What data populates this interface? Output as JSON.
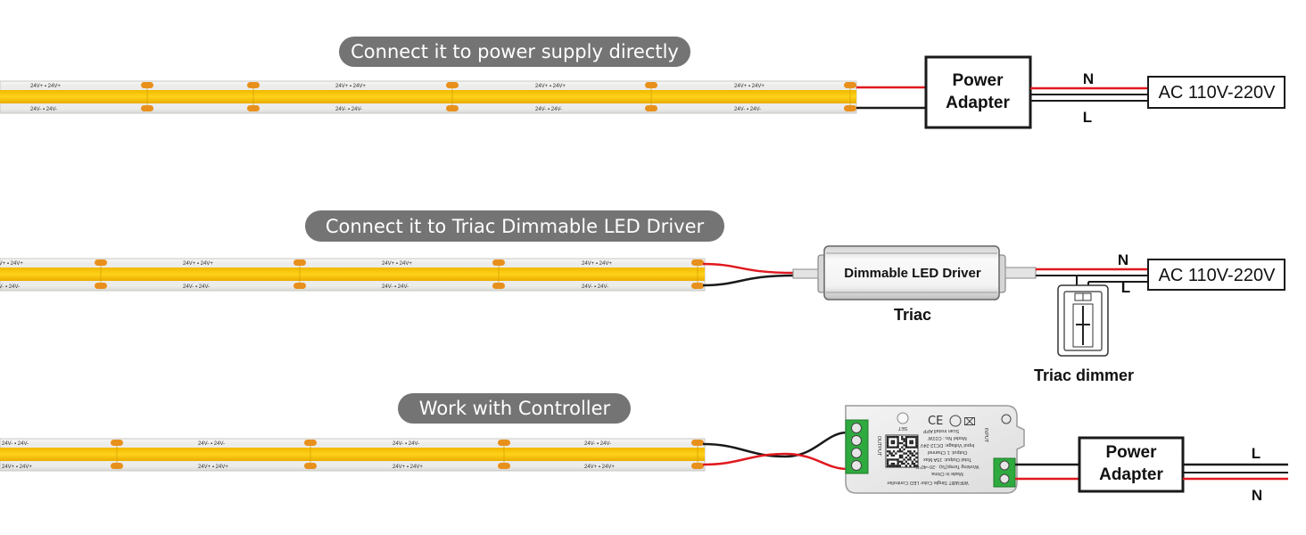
{
  "sections": [
    {
      "title": "Connect it to power supply directly",
      "strip_top_label": "24V+",
      "strip_bottom_label": "24V-",
      "adapter_line1": "Power",
      "adapter_line2": "Adapter",
      "wire_top": "N",
      "wire_bottom": "L",
      "ac": "AC 110V-220V"
    },
    {
      "title": "Connect it to Triac Dimmable LED Driver",
      "strip_top_label": "24V+",
      "strip_bottom_label": "24V-",
      "driver": "Dimmable LED Driver",
      "driver_caption": "Triac",
      "wire_top": "N",
      "wire_bottom": "L",
      "ac": "AC 110V-220V",
      "dimmer_caption": "Triac dimmer"
    },
    {
      "title": "Work with Controller",
      "strip_top_label": "24V-",
      "strip_bottom_label": "24V+",
      "controller": {
        "name": "WIFI&BT Single Color LED Controller",
        "set": "SET",
        "scan": "Scan install APP",
        "model": "Model No.: C01W",
        "input_voltage": "Input Voltage: DC12-24V",
        "output": "Output: 1 Channel",
        "total_output": "Total Output: 15A Max",
        "working_temp": "Working Temp(Ta): -20~40°C",
        "made_in": "Made in China",
        "input_label": "INPUT",
        "output_label": "OUTPUT"
      },
      "adapter_line1": "Power",
      "adapter_line2": "Adapter",
      "wire_top": "L",
      "wire_bottom": "N"
    }
  ],
  "colors": {
    "pill": "#747474",
    "strip_yellow": "#f5c400",
    "pad_orange": "#e8901c",
    "wire_red": "#e0191f",
    "wire_black": "#1a1a1a"
  }
}
